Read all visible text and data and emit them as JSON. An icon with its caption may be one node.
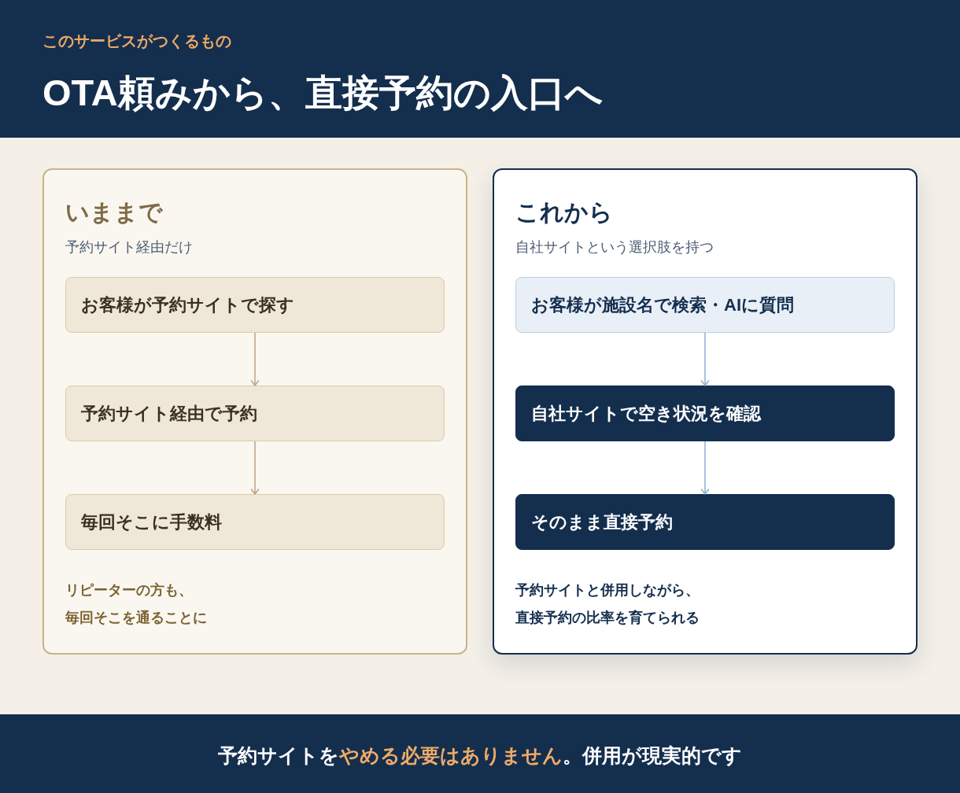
{
  "diagram": {
    "title": "OTA頼みから、直接予約の入口へ",
    "caption": "予約サイトを**やめる必要はありません**。併用が現実的です",
    "nodes": [
      {
        "text": [
          "いままで",
          "予約サイト経由だけ",
          "リピーターの方も、毎回そこを通ることに"
        ]
      },
      {
        "text": [
          "お客様が予約サイトで探す"
        ],
        "in": 0
      },
      {
        "text": [
          "予約サイト経由で予約"
        ],
        "in": 0
      },
      {
        "text": [
          "毎回そこに手数料"
        ],
        "in": 0
      },
      {
        "text": [
          "これから",
          "自社サイトという選択肢を持つ",
          "予約サイトと併用しながら、直接予約の比率を育てられる"
        ]
      },
      {
        "text": [
          "お客様が施設名で検索・AIに質問"
        ],
        "in": 4
      },
      {
        "text": [
          "自社サイトで空き状況を確認"
        ],
        "in": 4
      },
      {
        "text": [
          "そのまま直接予約"
        ],
        "in": 4
      }
    ],
    "edges": [
      {
        "from": 1,
        "to": 2,
        "arrow": "to",
        "color": "#b9a67f"
      },
      {
        "from": 2,
        "to": 3,
        "arrow": "to",
        "color": "#b9a67f"
      },
      {
        "from": 5,
        "to": 6,
        "arrow": "to",
        "color": "#8eaed2"
      },
      {
        "from": 6,
        "to": 7,
        "arrow": "to",
        "color": "#8eaed2"
      }
    ],
    "labels": [
      "このサービスがつくるもの"
    ]
  }
}
